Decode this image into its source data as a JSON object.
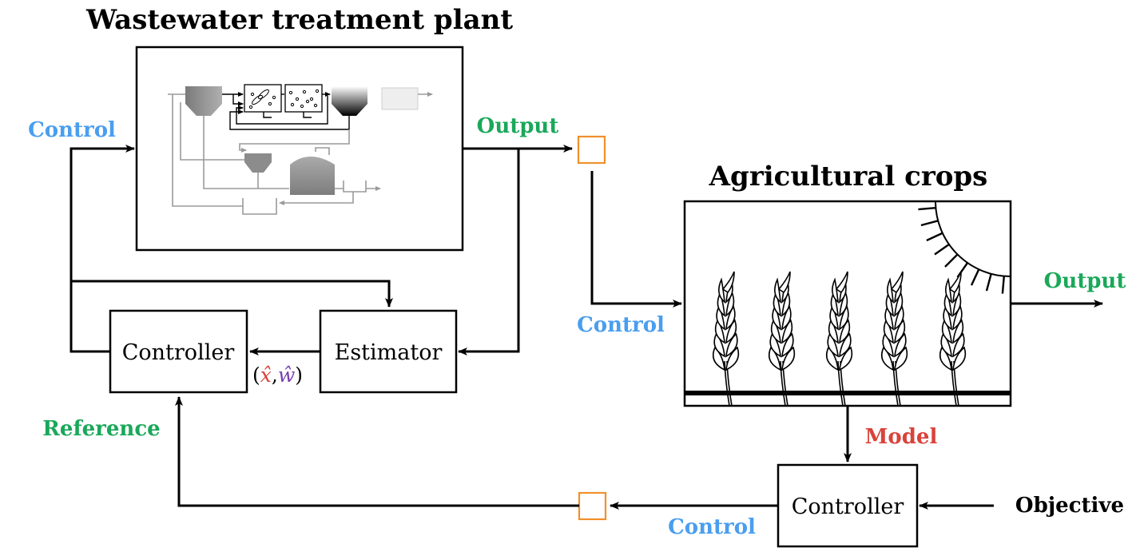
{
  "colors": {
    "control": "#4a9eef",
    "output": "#1aa85a",
    "model": "#d9433a",
    "estimate_x": "#d9433a",
    "estimate_w": "#7a3fb0",
    "sampler": "#f0902a"
  },
  "wwtp": {
    "title": "Wastewater treatment plant",
    "control_label": "Control",
    "output_label": "Output"
  },
  "crops": {
    "title": "Agricultural crops",
    "control_label": "Control",
    "output_label": "Output",
    "model_label": "Model"
  },
  "loop": {
    "controller_label": "Controller",
    "estimator_label": "Estimator",
    "estimate_open": "(",
    "estimate_x": "x̂",
    "estimate_sep": ",",
    "estimate_w": "ŵ",
    "estimate_close": ")",
    "reference_label": "Reference"
  },
  "supervisor": {
    "controller_label": "Controller",
    "objective_label": "Objective",
    "control_label": "Control"
  }
}
